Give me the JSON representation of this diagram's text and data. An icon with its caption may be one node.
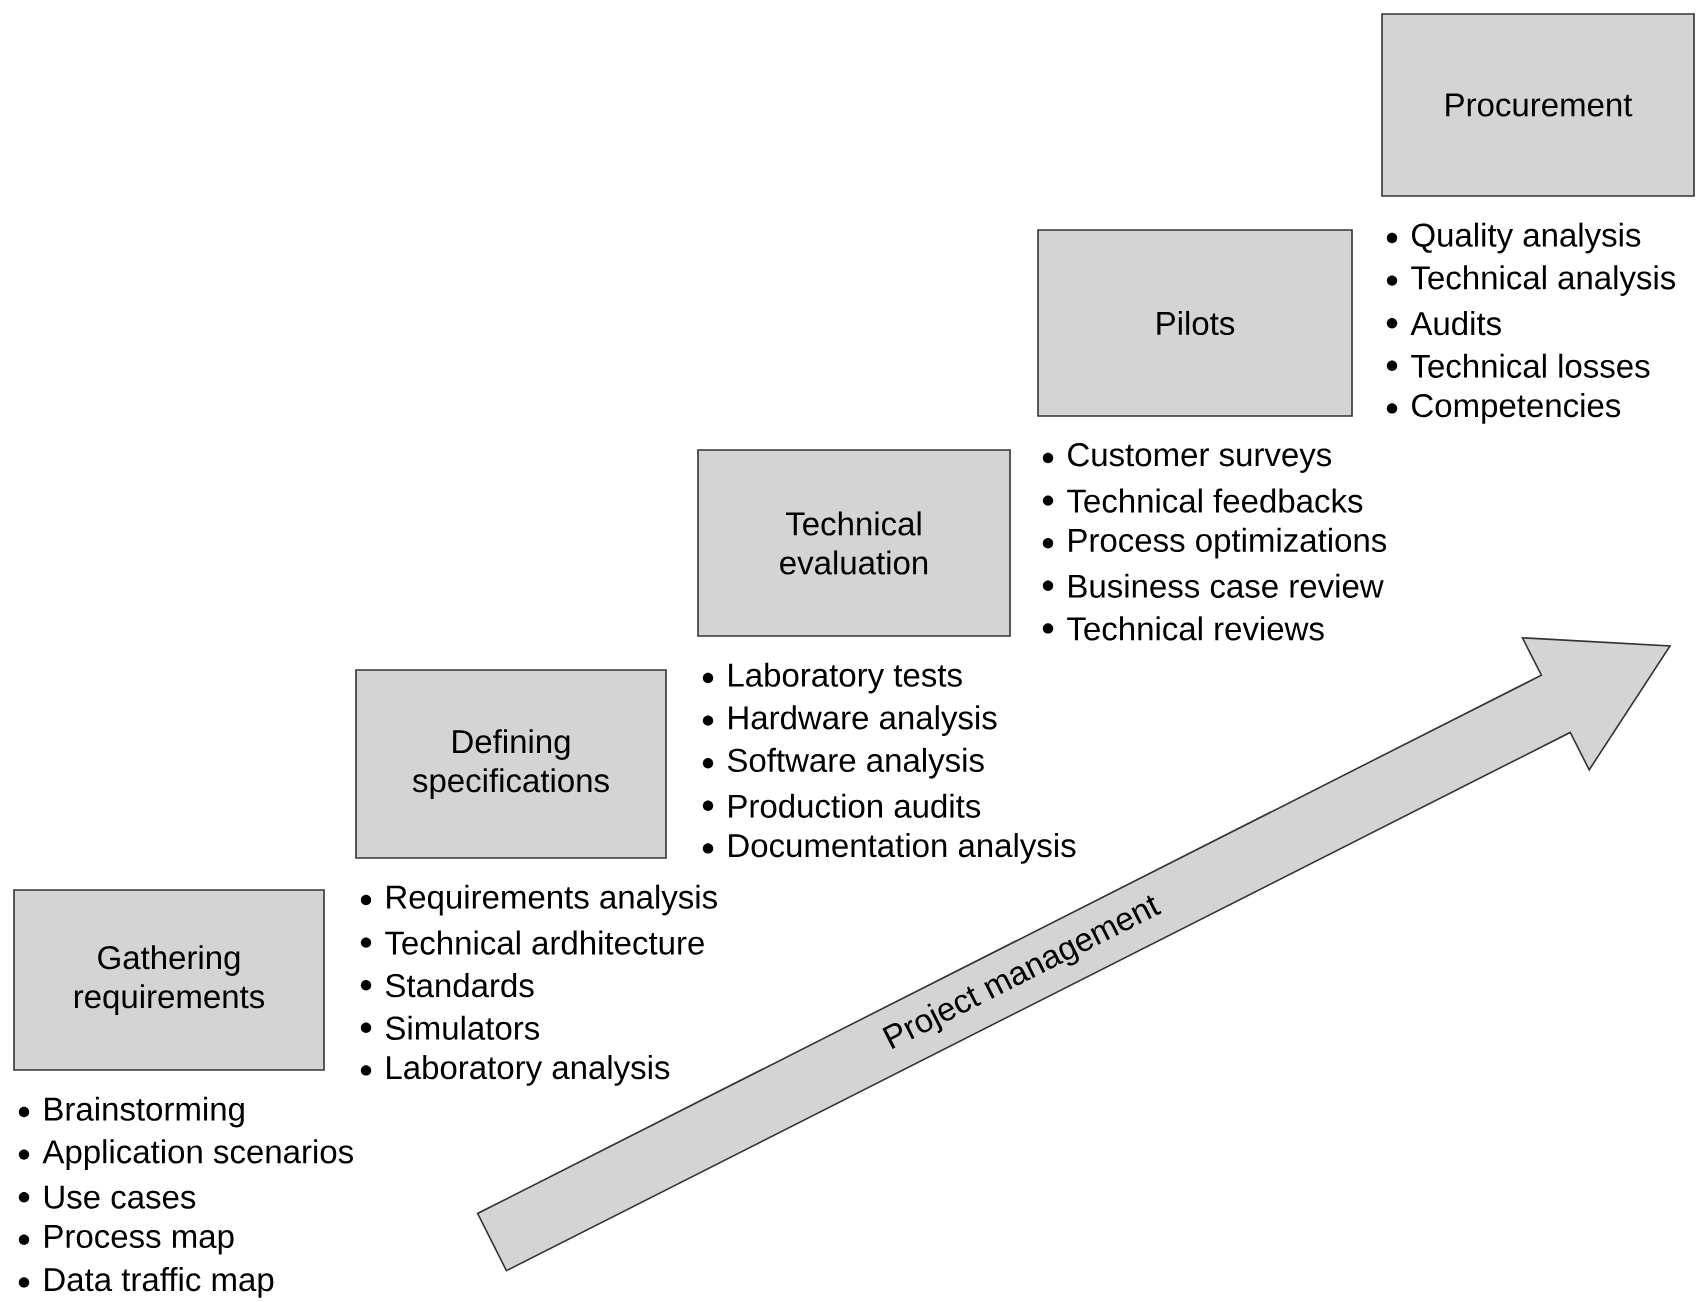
{
  "diagram": {
    "nodes": [
      {
        "text": [
          "Gathering requirements"
        ],
        "beside": [
          "Brainstorming",
          "Application scenarios",
          "Use cases",
          "Process map",
          "Data traffic map"
        ]
      },
      {
        "text": [
          "Defining specifications"
        ],
        "beside": [
          "Requirements analysis",
          "Technical ardhitecture",
          "Standards",
          "Simulators",
          "Laboratory analysis"
        ]
      },
      {
        "text": [
          "Technical evaluation"
        ],
        "beside": [
          "Laboratory tests",
          "Hardware analysis",
          "Software analysis",
          "Production audits",
          "Documentation analysis"
        ]
      },
      {
        "text": [
          "Pilots"
        ],
        "beside": [
          "Customer surveys",
          "Technical feedbacks",
          "Process optimizations",
          "Business case review",
          "Technical reviews"
        ]
      },
      {
        "text": [
          "Procurement"
        ],
        "beside": [
          "Quality analysis",
          "Technical analysis",
          "Audits",
          "Technical losses",
          "Competencies"
        ]
      },
      {
        "text": [
          "Project management"
        ]
      }
    ],
    "edges": []
  }
}
